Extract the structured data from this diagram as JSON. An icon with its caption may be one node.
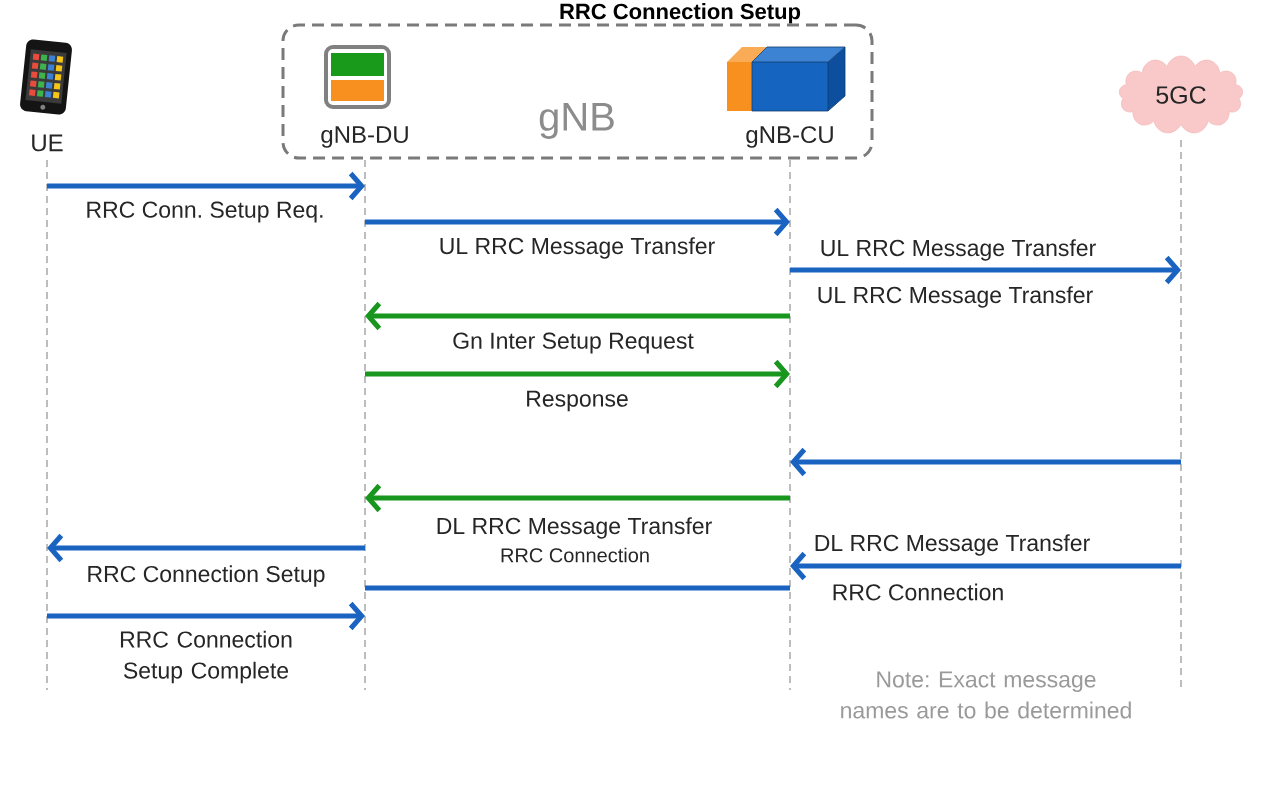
{
  "diagram": {
    "title": "RRC Connection Setup",
    "nodes": [
      {
        "text": [
          "UE"
        ]
      },
      {
        "text": [
          "gNB"
        ]
      },
      {
        "text": [
          "gNB-DU"
        ]
      },
      {
        "text": [
          "gNB-CU"
        ]
      },
      {
        "text": [
          "5GC"
        ]
      }
    ],
    "edges": [
      {
        "from": 0,
        "to": 2,
        "arrow": "to",
        "label": "RRC Conn. Setup Req."
      },
      {
        "from": 2,
        "to": 3,
        "arrow": "to",
        "label": "UL RRC Message Transfer"
      },
      {
        "from": 3,
        "to": 4,
        "arrow": "to",
        "label": "UL RRC Message Transfer"
      },
      {
        "from": 3,
        "to": 2,
        "arrow": "to",
        "label": "Gn Inter Setup Request",
        "color": "#18961e"
      },
      {
        "from": 2,
        "to": 3,
        "arrow": "to",
        "label": "Response",
        "color": "#18961e"
      },
      {
        "from": 4,
        "to": 3,
        "arrow": "to"
      },
      {
        "from": 3,
        "to": 2,
        "arrow": "to",
        "label": "DL RRC Message Transfer",
        "color": "#18961e"
      },
      {
        "from": 2,
        "to": 0,
        "arrow": "to",
        "label": "RRC Connection Setup"
      },
      {
        "from": 4,
        "to": 3,
        "arrow": "to",
        "label": "DL RRC Message Transfer"
      },
      {
        "from": 2,
        "to": 3,
        "arrow": "none"
      },
      {
        "from": 0,
        "to": 2,
        "arrow": "to",
        "label": "RRC Connection Setup Complete"
      }
    ],
    "labels": [
      "UL RRC Message Transfer",
      "RRC Connection",
      "RRC Connection",
      "Note: Exact message names are to be determined"
    ]
  }
}
